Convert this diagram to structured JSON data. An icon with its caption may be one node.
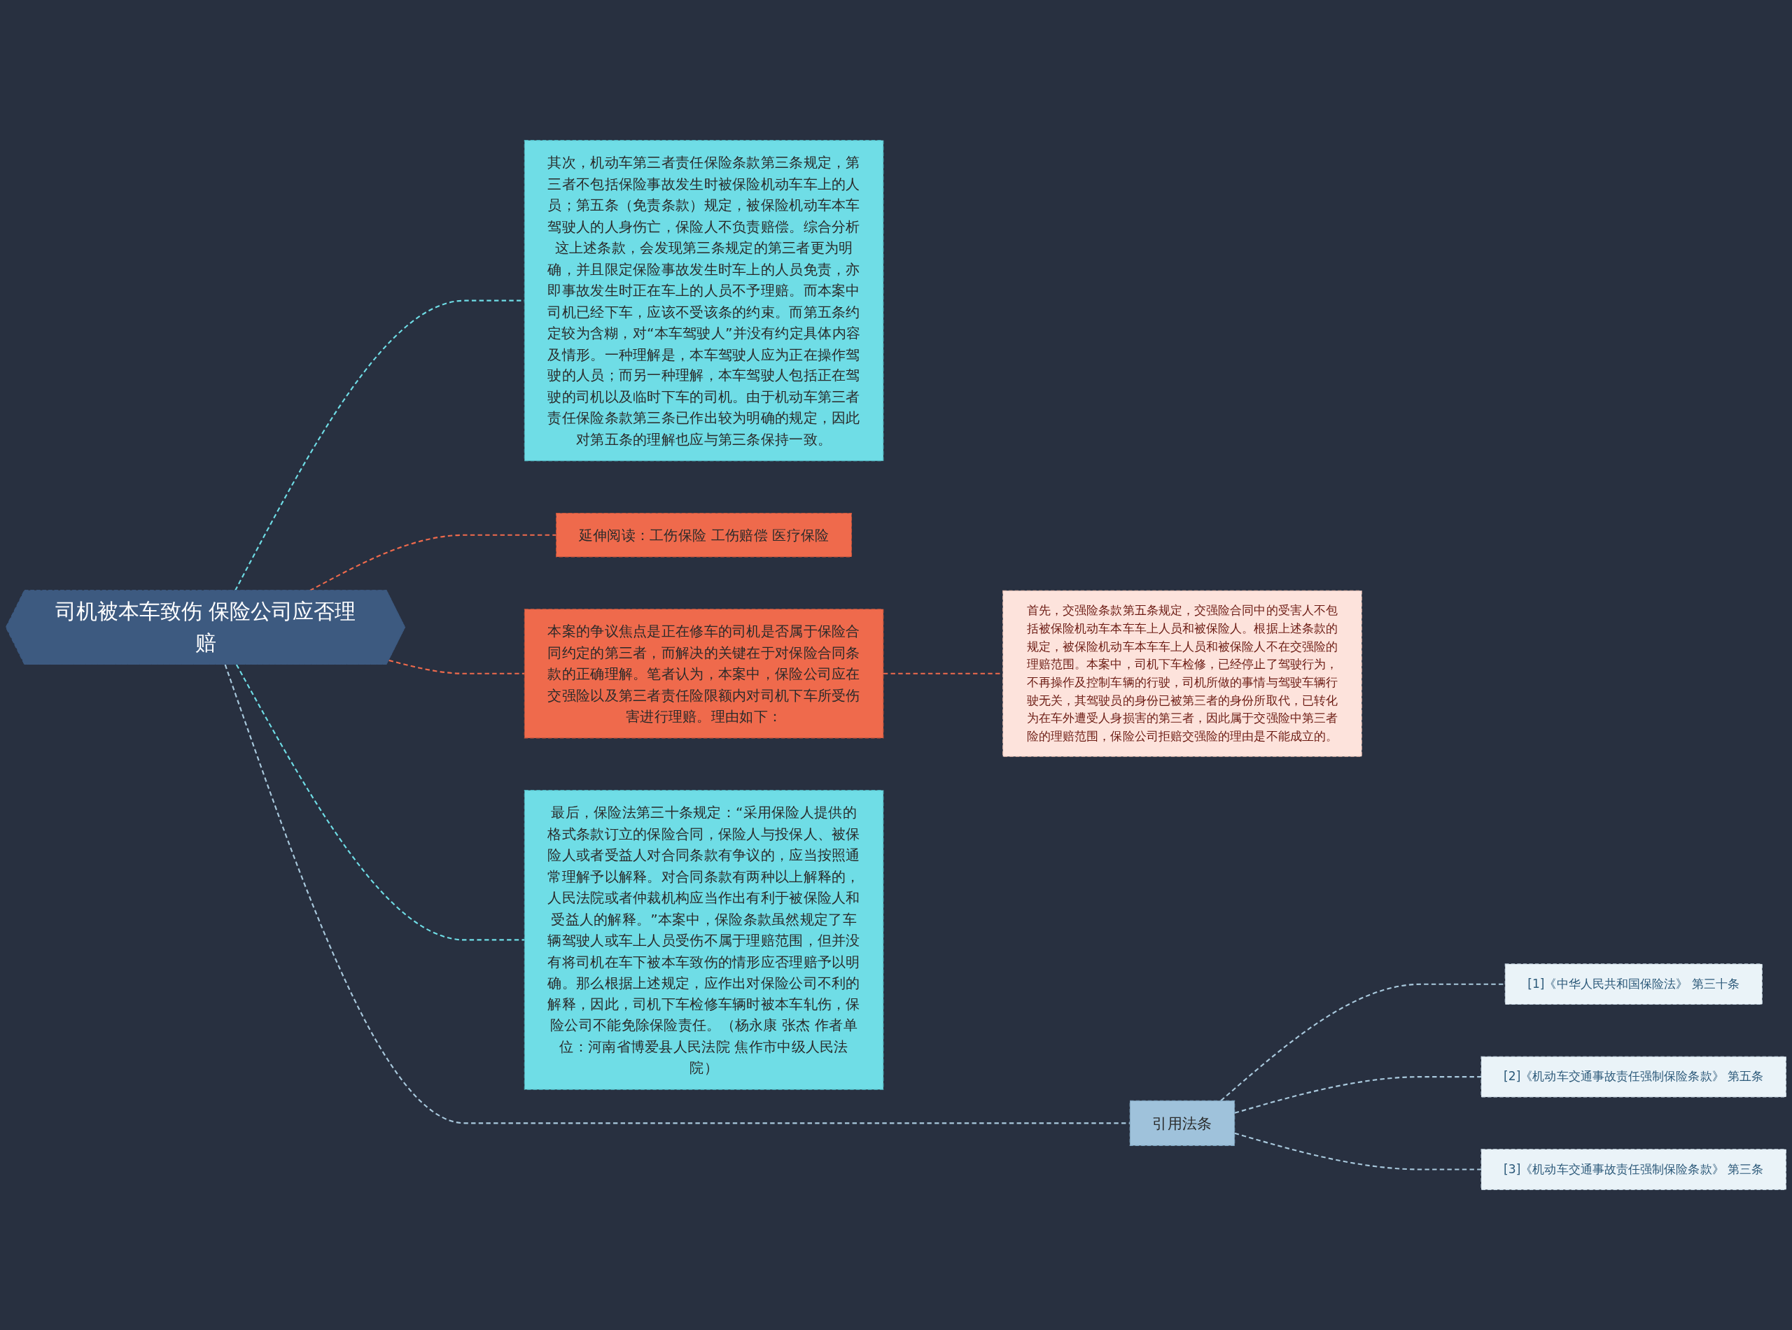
{
  "diagram": {
    "nodes": [
      {
        "text": [
          "司机被本车致伤 保险公司应否理赔"
        ]
      },
      {
        "text": [
          "其次，机动车第三者责任保险条款第三条规定，第三者不包括保险事故发生时被保险机动车车上的人员；第五条（免责条款）规定，被保险机动车本车驾驶人的人身伤亡，保险人不负责赔偿。综合分析这上述条款，会发现第三条规定的第三者更为明确，并且限定保险事故发生时车上的人员免责，亦即事故发生时正在车上的人员不予理赔。而本案中司机已经下车，应该不受该条的约束。而第五条约定较为含糊，对“本车驾驶人”并没有约定具体内容及情形。一种理解是，本车驾驶人应为正在操作驾驶的人员；而另一种理解，本车驾驶人包括正在驾驶的司机以及临时下车的司机。由于机动车第三者责任保险条款第三条已作出较为明确的规定，因此对第五条的理解也应与第三条保持一致。"
        ]
      },
      {
        "text": [
          "延伸阅读：工伤保险 工伤赔偿 医疗保险"
        ]
      },
      {
        "text": [
          "本案的争议焦点是正在修车的司机是否属于保险合同约定的第三者，而解决的关键在于对保险合同条款的正确理解。笔者认为，本案中，保险公司应在交强险以及第三者责任险限额内对司机下车所受伤害进行理赔。理由如下："
        ]
      },
      {
        "text": [
          "首先，交强险条款第五条规定，交强险合同中的受害人不包括被保险机动车本车车上人员和被保险人。根据上述条款的规定，被保险机动车本车车上人员和被保险人不在交强险的理赔范围。本案中，司机下车检修，已经停止了驾驶行为，不再操作及控制车辆的行驶，司机所做的事情与驾驶车辆行驶无关，其驾驶员的身份已被第三者的身份所取代，已转化为在车外遭受人身损害的第三者，因此属于交强险中第三者险的理赔范围，保险公司拒赔交强险的理由是不能成立的。"
        ]
      },
      {
        "text": [
          "最后，保险法第三十条规定：“采用保险人提供的格式条款订立的保险合同，保险人与投保人、被保险人或者受益人对合同条款有争议的，应当按照通常理解予以解释。对合同条款有两种以上解释的，人民法院或者仲裁机构应当作出有利于被保险人和受益人的解释。”本案中，保险条款虽然规定了车辆驾驶人或车上人员受伤不属于理赔范围，但并没有将司机在车下被本车致伤的情形应否理赔予以明确。那么根据上述规定，应作出对保险公司不利的解释，因此，司机下车检修车辆时被本车轧伤，保险公司不能免除保险责任。（杨永康 张杰 作者单位：河南省博爱县人民法院 焦作市中级人民法院）"
        ]
      },
      {
        "text": [
          "引用法条"
        ]
      },
      {
        "text": [
          "[1]《中华人民共和国保险法》 第三十条"
        ]
      },
      {
        "text": [
          "[2]《机动车交通事故责任强制保险条款》 第五条"
        ]
      },
      {
        "text": [
          "[3]《机动车交通事故责任强制保险条款》 第三条"
        ]
      }
    ],
    "edges": [
      {
        "from": 0,
        "to": 1,
        "arrow": "none",
        "style": "dashed",
        "color": "#6fdde6"
      },
      {
        "from": 0,
        "to": 2,
        "arrow": "none",
        "style": "dashed",
        "color": "#ef6a4c"
      },
      {
        "from": 0,
        "to": 3,
        "arrow": "none",
        "style": "dashed",
        "color": "#ef6a4c"
      },
      {
        "from": 3,
        "to": 4,
        "arrow": "none",
        "style": "dashed",
        "color": "#ef6a4c"
      },
      {
        "from": 0,
        "to": 5,
        "arrow": "none",
        "style": "dashed",
        "color": "#6fdde6"
      },
      {
        "from": 0,
        "to": 6,
        "arrow": "none",
        "style": "dashed"
      },
      {
        "from": 6,
        "to": 7,
        "arrow": "none",
        "style": "dashed"
      },
      {
        "from": 6,
        "to": 8,
        "arrow": "none",
        "style": "dashed"
      },
      {
        "from": 6,
        "to": 9,
        "arrow": "none",
        "style": "dashed"
      }
    ]
  }
}
